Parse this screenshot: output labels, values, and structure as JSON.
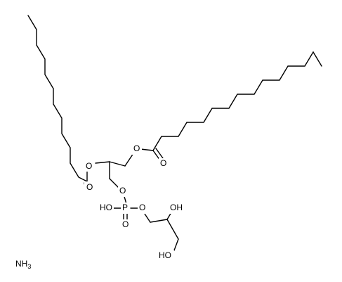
{
  "diagram": {
    "kind": "skeletal structural formula",
    "line_color": "#000000",
    "background": "#ffffff",
    "labels": {
      "ester1_o": "O",
      "ester1_carbonyl_o": "O",
      "ester2_o": "O",
      "ester2_carbonyl_o": "O",
      "phosphate_o1": "O",
      "phosphorus": "P",
      "phosphate_oh": "HO",
      "phosphate_o_double": "O",
      "phosphate_o2": "O",
      "glycerol_oh_secondary": "OH",
      "glycerol_oh_primary": "HO",
      "counterion_main": "NH",
      "counterion_subscript": "3"
    }
  }
}
